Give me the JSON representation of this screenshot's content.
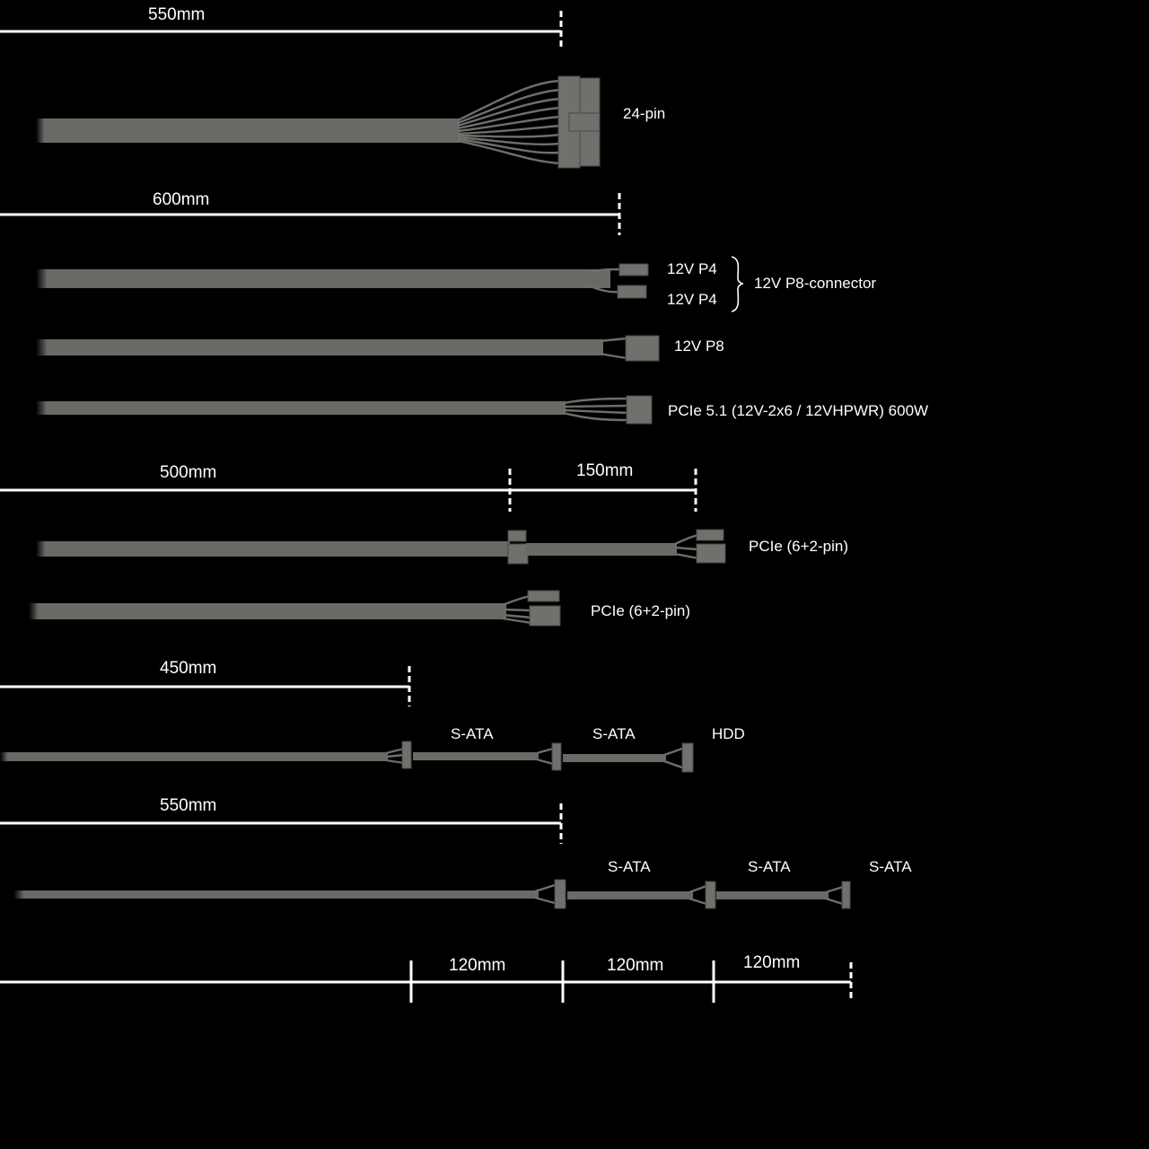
{
  "dimensions": {
    "d1": "550mm",
    "d2": "600mm",
    "d3a": "500mm",
    "d3b": "150mm",
    "d4": "450mm",
    "d5": "550mm",
    "d6a": "120mm",
    "d6b": "120mm",
    "d6c": "120mm"
  },
  "labels": {
    "atx24": "24-pin",
    "p4a": "12V P4",
    "p4b": "12V P4",
    "p8group": "12V P8-connector",
    "p8": "12V P8",
    "pcie5": "PCIe 5.1 (12V-2x6 / 12VHPWR) 600W",
    "pcie1": "PCIe (6+2-pin)",
    "pcie2": "PCIe (6+2-pin)",
    "sata1a": "S-ATA",
    "sata1b": "S-ATA",
    "hdd": "HDD",
    "sata2a": "S-ATA",
    "sata2b": "S-ATA",
    "sata2c": "S-ATA"
  }
}
